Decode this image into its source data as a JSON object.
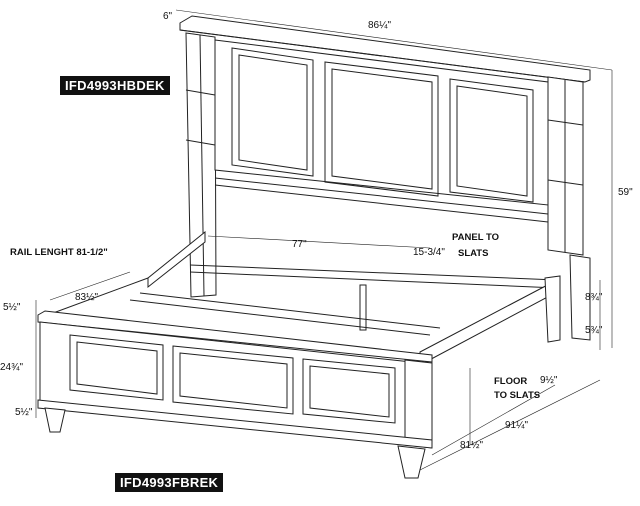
{
  "labels": {
    "headboard_code": "IFD4993HBDEK",
    "footboard_code": "IFD4993FBREK",
    "rail_length": "RAIL LENGHT 81-1/2\"",
    "panel_to_slats": [
      "PANEL TO",
      "SLATS"
    ],
    "floor_to_slats": [
      "FLOOR",
      "TO SLATS"
    ]
  },
  "dimensions": {
    "top_thickness": "6\"",
    "headboard_width": "86¼\"",
    "headboard_height": "59\"",
    "inner_length": "77\"",
    "panel_gap": "15-3/4\"",
    "footboard_rail_width": "83½\"",
    "footboard_top": "5½\"",
    "footboard_height": "24¾\"",
    "footboard_base": "5½\"",
    "side_rail_height": "8¾\"",
    "leg_gap": "5¾\"",
    "floor_gap": "9½\"",
    "inner_width": "81½\"",
    "overall_length": "91¼\""
  }
}
